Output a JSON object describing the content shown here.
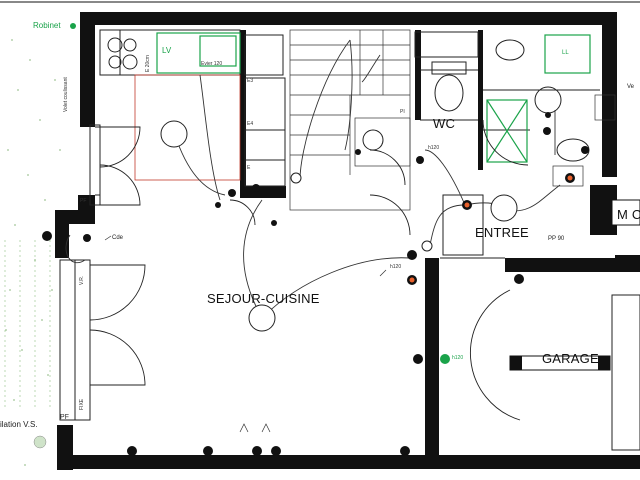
{
  "plan": {
    "rooms": {
      "sejour": "SEJOUR-CUISINE",
      "wc": "WC",
      "entree": "ENTREE",
      "garage": "GARAGE"
    },
    "labels": {
      "robinet": "Robinet",
      "volet": "Volet coulissant",
      "evier": "Evier 120",
      "e20": "E 20cm",
      "lv": "LV",
      "ll": "LL",
      "cde": "Cde",
      "pp90": "PP 90",
      "h120_wc": "h120",
      "h120_mid": "h120",
      "h120_green": "h120",
      "ventilation": "ilation V.S.",
      "pf_top": "PF",
      "pf_bottom": "PF",
      "vr": "V.R.",
      "fixe": "FIXE",
      "e3": "E3",
      "e4": "E4",
      "e_box": "E",
      "pi": "PI",
      "mc": "M C",
      "ve": "Ve"
    },
    "colors": {
      "wall": "#111111",
      "line": "#222222",
      "green": "#1aa34a",
      "red": "#c0392b",
      "orange": "#e8612c",
      "garden": "#a8c9a0"
    }
  }
}
